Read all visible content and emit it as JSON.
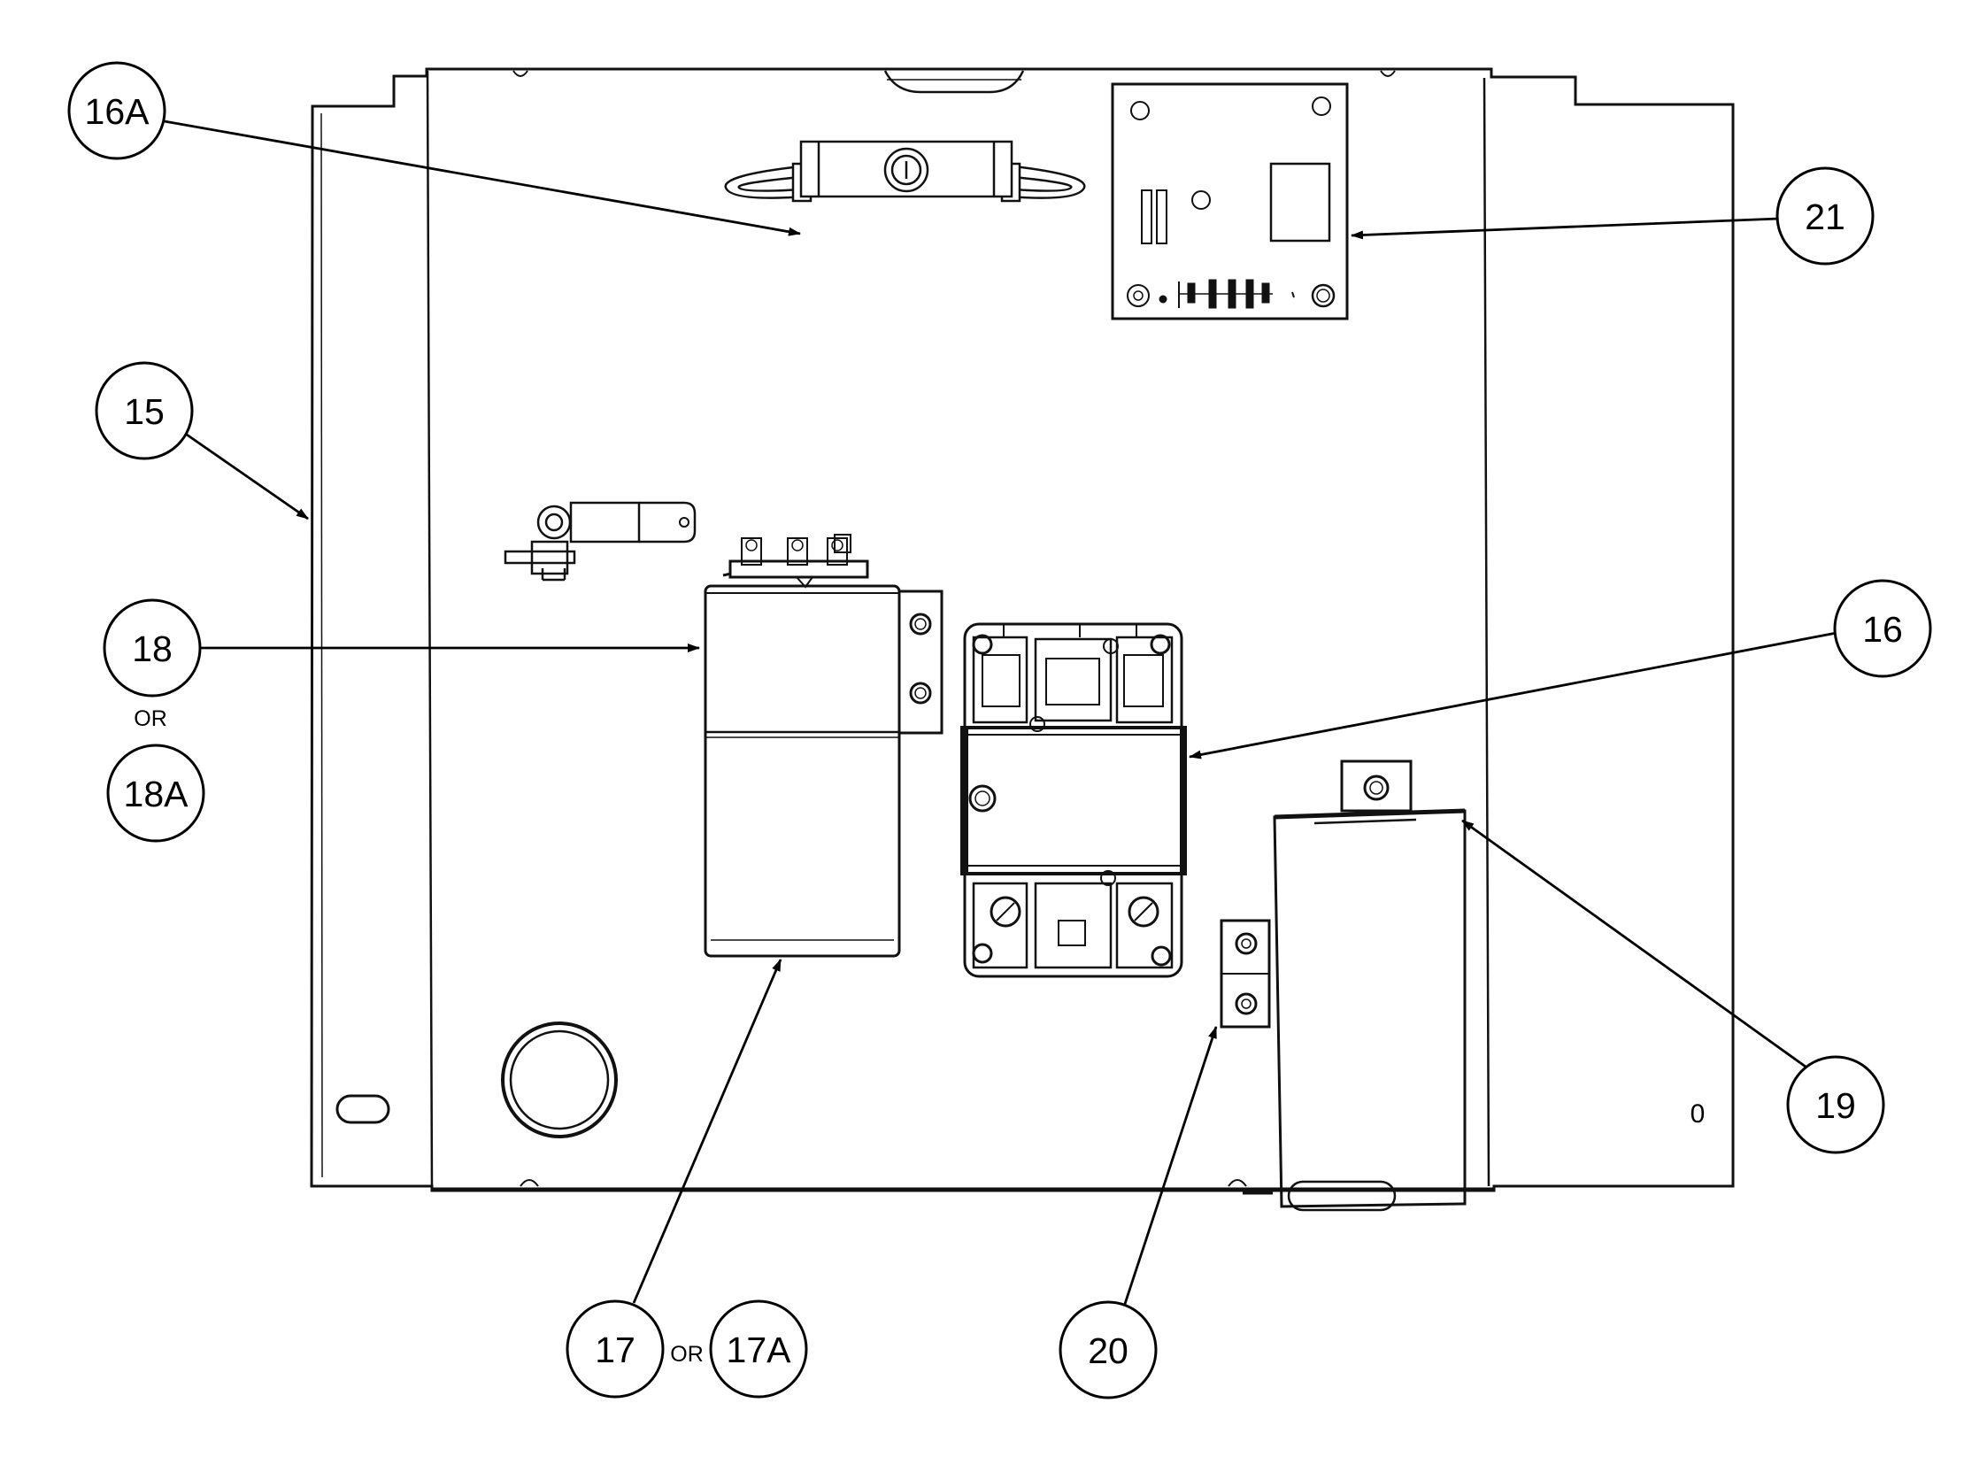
{
  "diagram": {
    "callouts": {
      "c16A": "16A",
      "c21": "21",
      "c15": "15",
      "c18": "18",
      "c18A": "18A",
      "c16": "16",
      "c19": "19",
      "c17": "17",
      "c17A": "17A",
      "c20": "20"
    },
    "or_text": "OR",
    "panel_mark": "0"
  }
}
